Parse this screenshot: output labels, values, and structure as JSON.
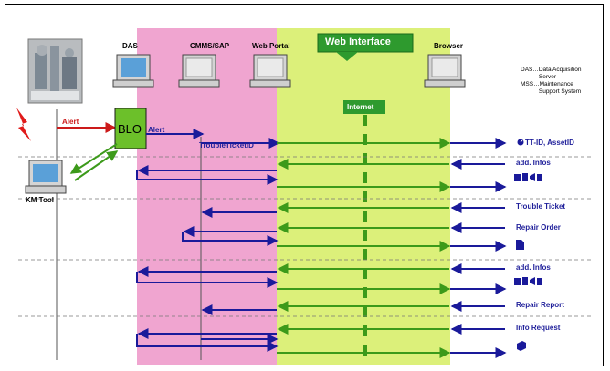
{
  "columns": {
    "das": "DAS",
    "cmms": "CMMS/SAP",
    "web_portal": "Web Portal",
    "browser": "Browser"
  },
  "web_interface_title": "Web Interface",
  "internet_label": "Internet",
  "blo_label": "BLO",
  "alert_label_left": "Alert",
  "alert_label_right": "Alert",
  "trouble_ticket_id_label": "TroubleTicketID",
  "km_tool_label": "KM Tool",
  "legend": {
    "das": "DAS…Data Acquisition\n           Server",
    "mss": "MSS…Maintenance\n           Support System"
  },
  "messages": [
    {
      "text": "TT-ID, AssetID",
      "icon": "clock-icon"
    },
    {
      "text": "add. Infos",
      "icon": ""
    },
    {
      "text": "",
      "icon": "media-icons"
    },
    {
      "text": "Trouble Ticket",
      "icon": ""
    },
    {
      "text": "Repair Order",
      "icon": ""
    },
    {
      "text": "",
      "icon": "document-icon"
    },
    {
      "text": "add. Infos",
      "icon": ""
    },
    {
      "text": "",
      "icon": "media-icons"
    },
    {
      "text": "Repair Report",
      "icon": ""
    },
    {
      "text": "Info Request",
      "icon": ""
    },
    {
      "text": "",
      "icon": "cube-icon"
    }
  ],
  "colors": {
    "pink_band": "#f0a5d0",
    "green_band": "#dcf07a",
    "web_interface_box": "#2e9a2e",
    "blue_arrow": "#1a1a9a",
    "green_arrow": "#3c9a1a",
    "alert_red": "#cc1a1a",
    "blo_fill": "#6cc02a"
  }
}
